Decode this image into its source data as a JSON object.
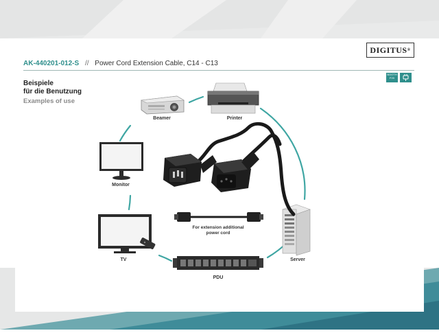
{
  "brand": {
    "logo_text": "DIGITUS"
  },
  "header": {
    "sku": "AK-440201-012-S",
    "separator": "//",
    "product": "Power Cord Extension Cable, C14 - C13"
  },
  "badges": [
    {
      "line1": "BOOTH",
      "line2": "F20",
      "line3": ""
    },
    {
      "line1": "",
      "line2": "",
      "line3": ""
    }
  ],
  "section": {
    "title_de_line1": "Beispiele",
    "title_de_line2": "für die Benutzung",
    "title_en": "Examples of use"
  },
  "devices": {
    "beamer": "Beamer",
    "printer": "Printer",
    "monitor": "Monitor",
    "tv": "TV",
    "pdu": "PDU",
    "server": "Server"
  },
  "extension_note": {
    "line1": "For extension additional",
    "line2": "power cord"
  },
  "colors": {
    "accent": "#2f8f8c",
    "circle": "#3fa6a3",
    "device_dark": "#2b2b2b"
  }
}
